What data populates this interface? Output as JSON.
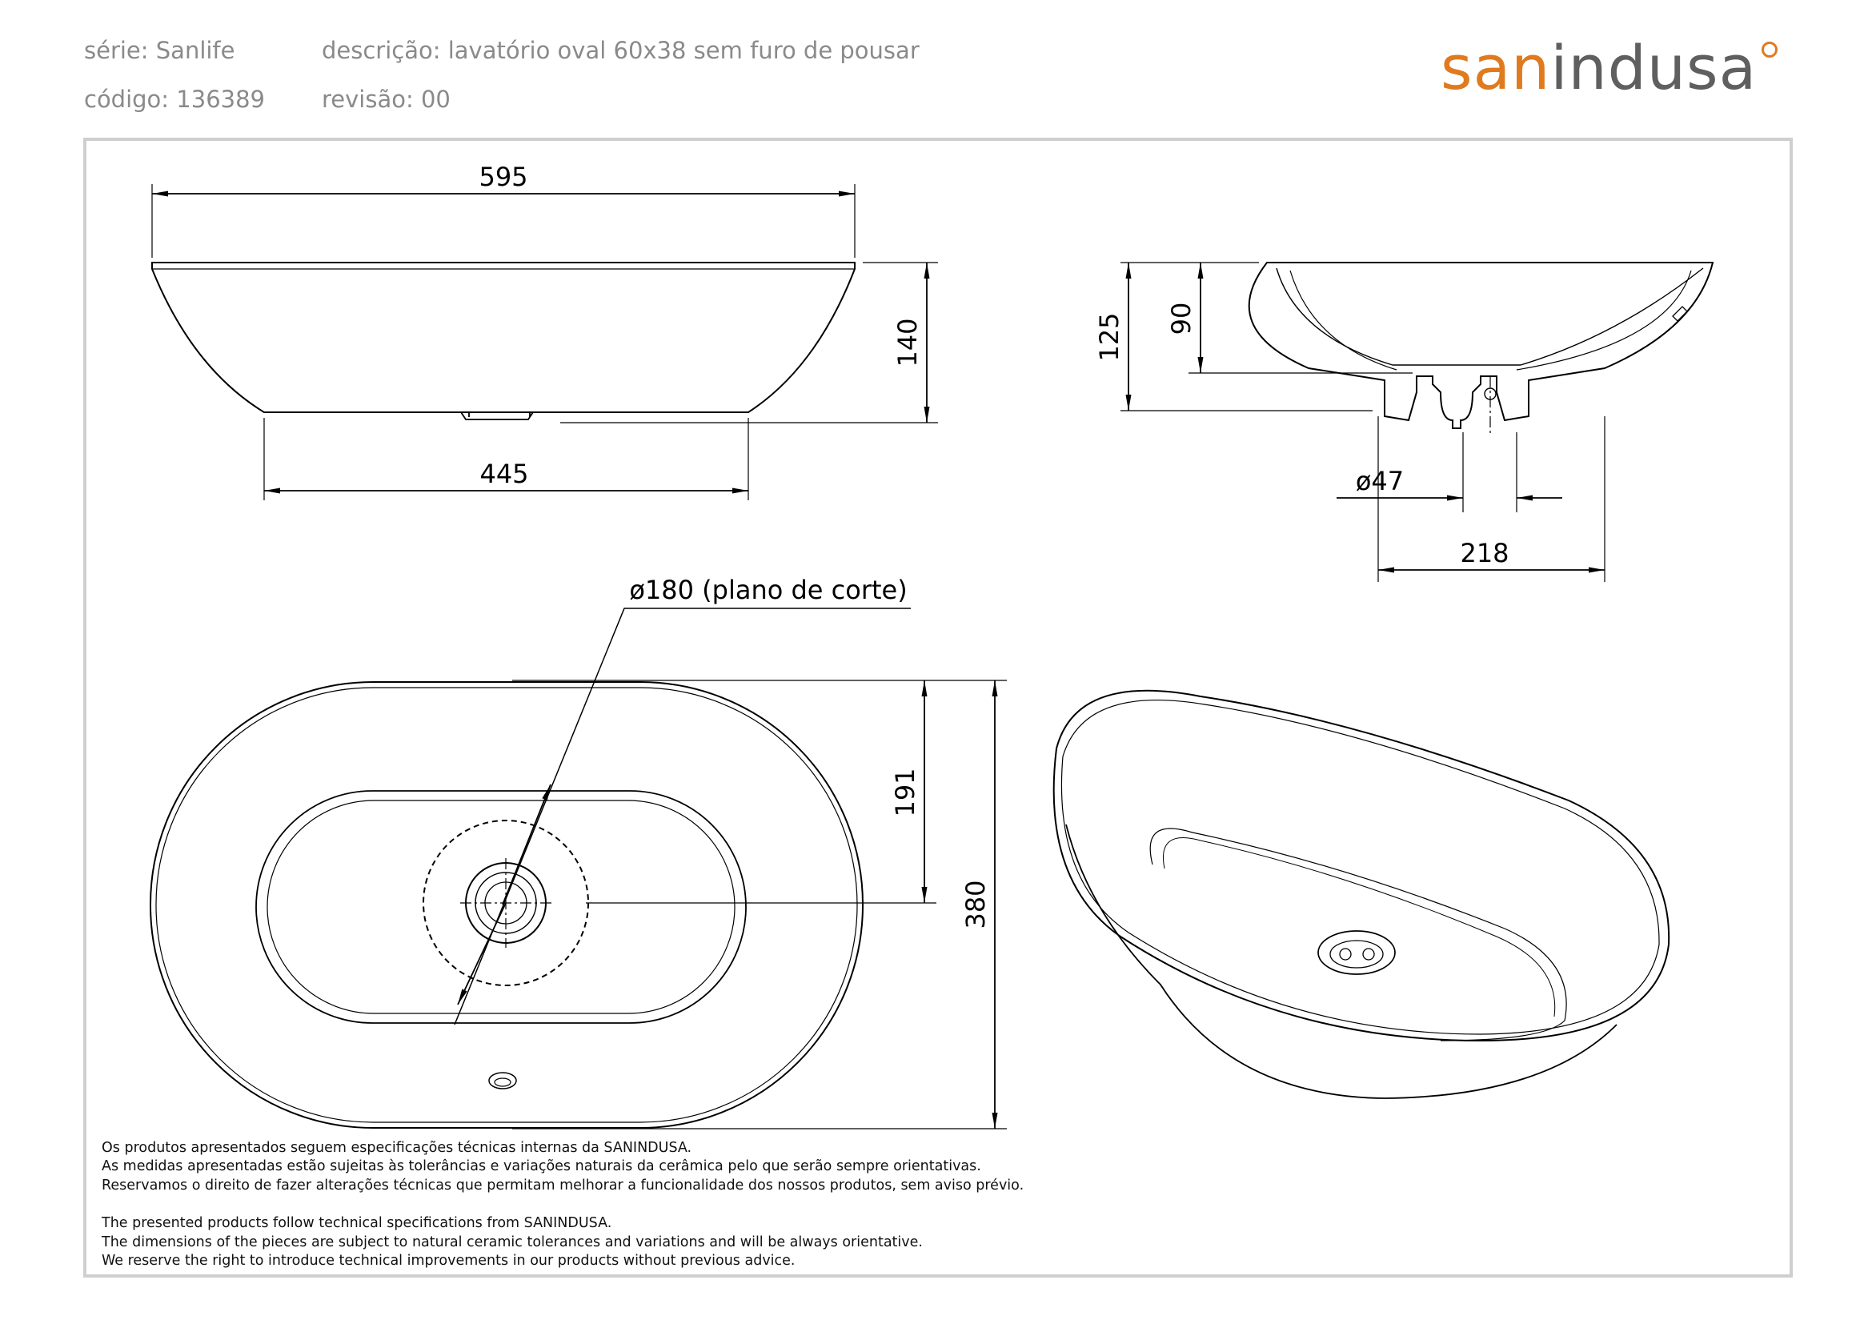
{
  "header": {
    "serie": "série: Sanlife",
    "codigo": "código: 136389",
    "descricao": "descrição: lavatório oval 60x38 sem furo de pousar",
    "revisao": "revisão: 00"
  },
  "logo": {
    "part1": "san",
    "part2": "indusa"
  },
  "dimensions": {
    "d595": "595",
    "d445": "445",
    "d140": "140",
    "d125": "125",
    "d90": "90",
    "d47": "ø47",
    "d218": "218",
    "cut_plane": "ø180 (plano de corte)",
    "d191": "191",
    "d380": "380"
  },
  "notes": {
    "pt1": "Os produtos apresentados seguem especificações técnicas internas da SANINDUSA.",
    "pt2": "As medidas apresentadas estão sujeitas às tolerâncias e variações naturais da cerâmica pelo que serão sempre orientativas.",
    "pt3": "Reservamos o direito de fazer alterações técnicas que permitam melhorar a funcionalidade dos nossos produtos, sem aviso prévio.",
    "en1": "The presented products follow technical specifications from SANINDUSA.",
    "en2": "The dimensions of the pieces are subject to natural ceramic tolerances and variations and will be always orientative.",
    "en3": "We reserve the right to introduce technical improvements in our products without previous advice."
  },
  "colors": {
    "brand_orange": "#e07a1f",
    "brand_grey": "#5f5f5f",
    "header_text": "#8a8a8a",
    "frame": "#cfcfcf"
  }
}
